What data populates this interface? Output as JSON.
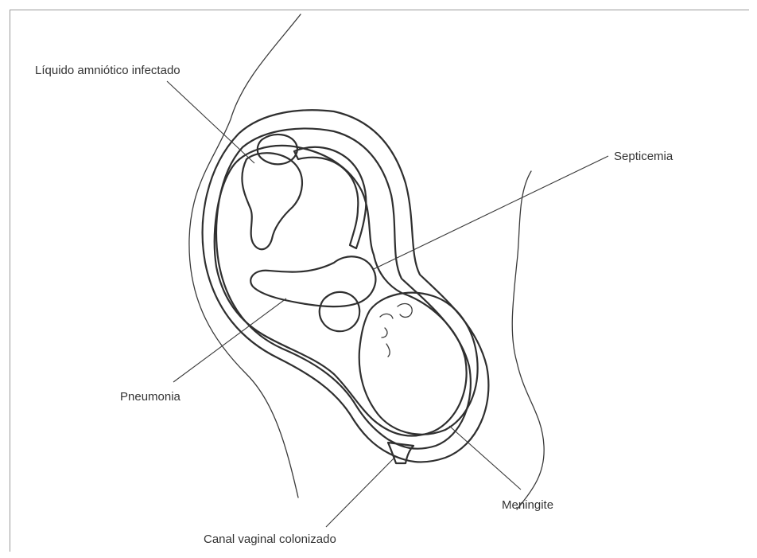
{
  "labels": {
    "amniotic": "Líquido amniótico infectado",
    "septicemia": "Septicemia",
    "pneumonia": "Pneumonia",
    "meningite": "Meningite",
    "canal": "Canal vaginal colonizado"
  },
  "colors": {
    "uterus_wall": "#d2669a",
    "uterus_light": "#e48db5",
    "fetus_fill": "#f7dbe3",
    "fluid_fill": "#ffffff",
    "line": "#2f2f2f"
  }
}
